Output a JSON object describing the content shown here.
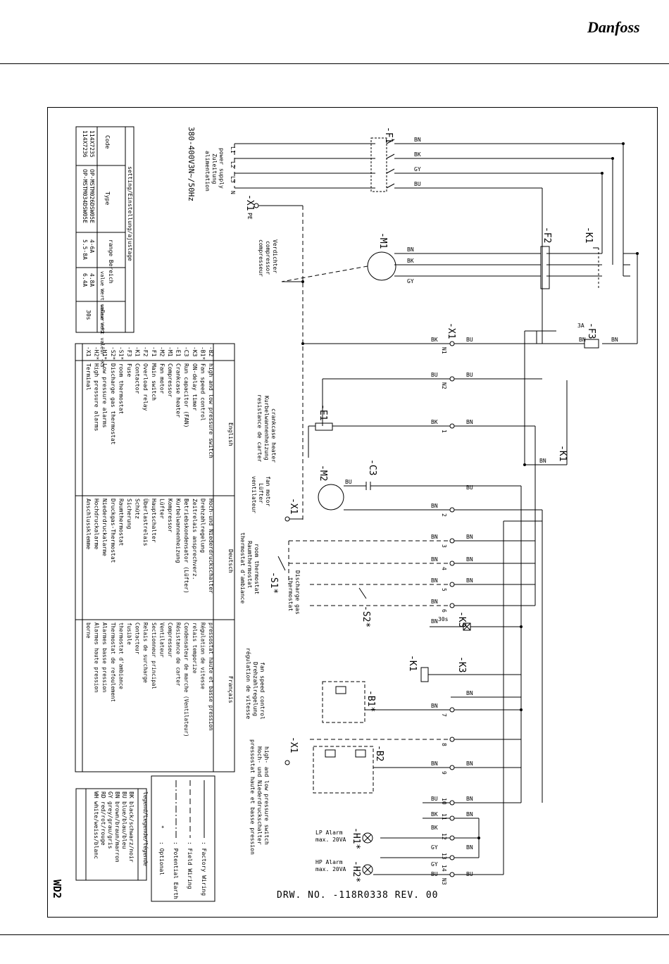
{
  "header": {
    "brand": "Danfoss"
  },
  "drawing": {
    "number": "DRW. NO. -118R0338 REV. 00",
    "sheet": "WD2"
  },
  "supply": {
    "voltage": "380-400V3N~/50Hz",
    "label_en": "power supply",
    "label_de": "Zuleitung",
    "label_fr": "alimentation",
    "phases": [
      "L1",
      "L2",
      "L3",
      "N"
    ],
    "pe": "PE"
  },
  "wire_colors": [
    "BN",
    "BK",
    "GY",
    "BU"
  ],
  "components": {
    "f1": "-F1",
    "f2": "-F2",
    "f3": "-F3",
    "f3_rating": "3A",
    "k1": "-K1",
    "m1": "-M1",
    "m1_desc": [
      "Verdichter",
      "compressor",
      "compresseur"
    ],
    "m2": "-M2",
    "m2_desc": [
      "fan motor",
      "Lüfter",
      "ventilateur"
    ],
    "e1": "-E1",
    "e1_desc": [
      "crankcase heater",
      "Kurbelwannenheizung",
      "resistance de carter"
    ],
    "c3": "-C3",
    "s1": "-S1*",
    "s1_desc": [
      "room thermostat",
      "Raumthermostat",
      "thermostat d'ambiance"
    ],
    "s2": "-S2*",
    "s2_desc": [
      "Discharge gas",
      "thermostat"
    ],
    "k3": "-K3",
    "k3_timer": "30s",
    "b1": "-B1*",
    "b1_desc": [
      "fan speed control",
      "Drehzahlregelung",
      "régulation de vitesse"
    ],
    "b2": "-B2",
    "b2_desc": [
      "high- and low pressure switch",
      "Hoch- und Niederdruckschalter",
      "pressostat haute et basse pression"
    ],
    "x1": "-X1",
    "h1": "-H1*",
    "h1_desc": [
      "LP Alarm",
      "max. 20VA"
    ],
    "h2": "-H2*",
    "h2_desc": [
      "HP Alarm",
      "max. 20VA"
    ]
  },
  "terminals": [
    "N1",
    "N2",
    "1",
    "2",
    "3",
    "4",
    "5",
    "6",
    "7",
    "8",
    "9",
    "10",
    "11",
    "12",
    "13",
    "14",
    "N3"
  ],
  "settings_table": {
    "title": "setting/Einstellung/ajustage",
    "headers": [
      "Code",
      "Type",
      "range Bereich",
      "value Wert valeur -F2",
      "value Wert valeur -K3"
    ],
    "rows": [
      [
        "114X7235",
        "OP-MSTM026DSW05E",
        "4-6A",
        "4.8A",
        "30s"
      ],
      [
        "114X7236",
        "OP-MSTM034DSW05E",
        "5.5-8A",
        "6.4A",
        "30s"
      ]
    ]
  },
  "legend_table": {
    "headers": [
      "",
      "English",
      "Deutsch",
      "Français"
    ],
    "rows": [
      [
        "-B2",
        "high and low pressure switch",
        "Hoch-und Niederdruckschalter",
        "pressostat haute et basse pression"
      ],
      [
        "-B1*",
        "Fan speed control",
        "Drehzahlregelung",
        "Régulation de vitesse"
      ],
      [
        "-K3",
        "ON-delay timer",
        "Zeitrelais ansprechverz.",
        "relais temporize"
      ],
      [
        "-C3",
        "Run capacitor (FAN)",
        "Betriebskondensator (Lüfter)",
        "Condensateur de marche (Ventilateur)"
      ],
      [
        "-E1",
        "Crankcase heater",
        "Kurbelwannenheizung",
        "Résistance de carter"
      ],
      [
        "-M1",
        "Compressor",
        "Kompressor",
        "Compresseur"
      ],
      [
        "-M2",
        "Fan motor",
        "Lüfter",
        "Ventilateur"
      ],
      [
        "-F1",
        "Main switch",
        "Hauptschalter",
        "Sectionneur principal"
      ],
      [
        "-F2",
        "Overload relay",
        "Überlastrelais",
        "Relais de surcharge"
      ],
      [
        "-K1",
        "Contactor",
        "Schütz",
        "Contacteur"
      ],
      [
        "-F3",
        "Fuse",
        "Sicherung",
        "fusible"
      ],
      [
        "-S1*",
        "room thermostat",
        "Raumthermostat",
        "thermostat d'ambiance"
      ],
      [
        "-S2*",
        "Discharge gas thermostat",
        "Druckgas-Thermostat",
        "Thermostat de refoulement"
      ],
      [
        "-H1*",
        "Low pressure alarms",
        "Niederdruckalarme",
        "Alarmes basse pression"
      ],
      [
        "-H2*",
        "High pressure alarms",
        "Hochdruckalarme",
        "Alarmes haute pression"
      ],
      [
        "-X1",
        "Terminal",
        "Anschlussklemme",
        "borne"
      ]
    ]
  },
  "wiring_legend": {
    "factory": ": Factory Wiring",
    "field": ": Field Wiring",
    "earth": ": Potential Earth",
    "optional": ": Optional",
    "star": "*"
  },
  "color_legend": {
    "title": "legend/Legende/légende",
    "rows": [
      [
        "BK",
        "black/schwarz/noir"
      ],
      [
        "BU",
        "blue/blau/bleu"
      ],
      [
        "BN",
        "brown/braun/marron"
      ],
      [
        "GY",
        "grey/grau/gris"
      ],
      [
        "RD",
        "red/rot/rouge"
      ],
      [
        "WH",
        "white/weiss/blanc"
      ]
    ]
  }
}
